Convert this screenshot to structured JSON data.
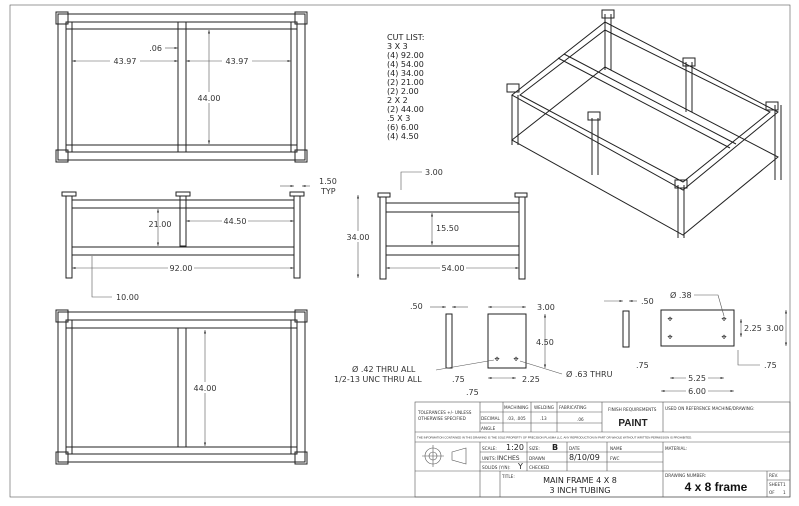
{
  "cut_list": {
    "title": "CUT LIST:",
    "lines": [
      "3 X 3",
      "(4) 92.00",
      "(4) 54.00",
      "(4) 34.00",
      "(2) 21.00",
      "(2) 2.00",
      "2 X 2",
      "(2) 44.00",
      ".5 X 3",
      "(6) 6.00",
      "(4) 4.50"
    ]
  },
  "top_view": {
    "dim_left": "43.97",
    "dim_right": "43.97",
    "dim_gap": ".06",
    "dim_depth": "44.00"
  },
  "front_view": {
    "dim_cap": "1.50",
    "dim_cap_note": "TYP",
    "dim_rail_gap": "21.00",
    "dim_half": "44.50",
    "dim_length": "92.00",
    "dim_low": "10.00"
  },
  "side_view": {
    "dim_top": "3.00",
    "dim_height": "34.00",
    "dim_rail_gap": "15.50",
    "dim_width": "54.00"
  },
  "bottom_view": {
    "dim_depth": "44.00"
  },
  "detail_a": {
    "thk": ".50",
    "width": "3.00",
    "height": "4.50",
    "edge_v": ".75",
    "edge_h": ".75",
    "spacing": "2.25",
    "hole_small": "Ø .42 THRU ALL",
    "tap": "1/2-13 UNC   THRU ALL",
    "hole_large": "Ø .63 THRU"
  },
  "detail_b": {
    "thk": ".50",
    "hole": "Ø .38",
    "spacing_v": "2.25",
    "height": "3.00",
    "edge_l": ".75",
    "edge_r": ".75",
    "spacing_h": "5.25",
    "width": "6.00"
  },
  "title_block": {
    "tolerances": "TOLERANCES +/- UNLESS",
    "otherwise": "OTHERWISE SPECIFIED",
    "machining": "MACHINING",
    "welding": "WELDING",
    "fabricating": "FABRICATING",
    "decimal": "DECIMAL",
    "decimal_mach": ".03, .005",
    "decimal_weld": ".13",
    "decimal_fab": ".06",
    "angle": "ANGLE",
    "finish_label": "FINISH REQUIREMENTS",
    "finish": "PAINT",
    "used_on": "USED ON REFERENCE MACHINE/DRAWING:",
    "notice": "THE INFORMATION CONTAINED IN THIS DRAWING IS THE SOLE PROPERTY OF PRECISION PLASMA LLC. ANY REPRODUCTION IN PART OR WHOLE WITHOUT WRITTEN PERMISSION IS PROHIBITED.",
    "scale_label": "SCALE:",
    "scale": "1:20",
    "size_label": "SIZE:",
    "size": "B",
    "date_label": "DATE",
    "name_label": "NAME",
    "material_label": "MATERIAL:",
    "units_label": "UNITS:",
    "units": "INCHES",
    "drawn_label": "DRAWN",
    "drawn_date": "8/10/09",
    "drawn_name": "FWC",
    "solids_label": "SOLIDS (Y/N):",
    "solids": "Y",
    "checked_label": "CHECKED",
    "title_label": "TITLE:",
    "title_line1": "MAIN FRAME 4 X 8",
    "title_line2": "3 INCH TUBING",
    "drawing_number_label": "DRAWING NUMBER:",
    "drawing_number": "4 x 8 frame",
    "rev_label": "REV.",
    "sheet_label": "SHEET",
    "sheet": "1",
    "of_label": "OF",
    "of": "1"
  }
}
